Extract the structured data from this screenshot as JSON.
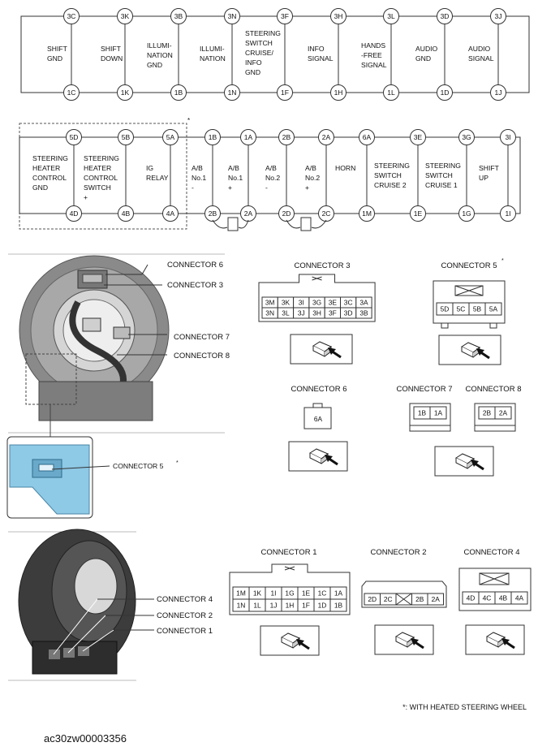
{
  "strip1": {
    "pins": [
      {
        "top": "3C",
        "bottom": "1C",
        "label": [
          "SHIFT",
          "GND"
        ]
      },
      {
        "top": "3K",
        "bottom": "1K",
        "label": [
          "SHIFT",
          "DOWN"
        ]
      },
      {
        "top": "3B",
        "bottom": "1B",
        "label": [
          "ILLUMI-",
          "NATION",
          "GND"
        ]
      },
      {
        "top": "3N",
        "bottom": "1N",
        "label": [
          "ILLUMI-",
          "NATION"
        ]
      },
      {
        "top": "3F",
        "bottom": "1F",
        "label": [
          "STEERING",
          "SWITCH",
          "CRUISE/",
          "INFO",
          "GND"
        ]
      },
      {
        "top": "3H",
        "bottom": "1H",
        "label": [
          "INFO",
          "SIGNAL"
        ]
      },
      {
        "top": "3L",
        "bottom": "1L",
        "label": [
          "HANDS",
          "-FREE",
          "SIGNAL"
        ]
      },
      {
        "top": "3D",
        "bottom": "1D",
        "label": [
          "AUDIO",
          "GND"
        ]
      },
      {
        "top": "3J",
        "bottom": "1J",
        "label": [
          "AUDIO",
          "SIGNAL"
        ]
      }
    ]
  },
  "strip2": {
    "dashed_marker": "*",
    "pins": [
      {
        "top": "5D",
        "bottom": "4D",
        "label": [
          "STEERING",
          "HEATER",
          "CONTROL",
          "GND"
        ]
      },
      {
        "top": "5B",
        "bottom": "4B",
        "label": [
          "STEERING",
          "HEATER",
          "CONTROL",
          "SWITCH",
          "+"
        ]
      },
      {
        "top": "5A",
        "bottom": "4A",
        "label": [
          "IG",
          "RELAY"
        ]
      },
      {
        "top": "1B",
        "bottom": "2B",
        "label": [
          "A/B",
          "No.1",
          "-"
        ]
      },
      {
        "top": "1A",
        "bottom": "2A",
        "label": [
          "A/B",
          "No.1",
          "+"
        ]
      },
      {
        "top": "2B",
        "bottom": "2D",
        "label": [
          "A/B",
          "No.2",
          "-"
        ]
      },
      {
        "top": "2A",
        "bottom": "2C",
        "label": [
          "A/B",
          "No.2",
          "+"
        ]
      },
      {
        "top": "6A",
        "bottom": "1M",
        "label": [
          "HORN"
        ]
      },
      {
        "top": "3E",
        "bottom": "1E",
        "label": [
          "STEERING",
          "SWITCH",
          "CRUISE 2"
        ]
      },
      {
        "top": "3G",
        "bottom": "1G",
        "label": [
          "STEERING",
          "SWITCH",
          "CRUISE 1"
        ]
      },
      {
        "top": "3I",
        "bottom": "1I",
        "label": [
          "SHIFT",
          "UP"
        ]
      }
    ]
  },
  "photo_top_callouts": [
    "CONNECTOR 6",
    "CONNECTOR 3",
    "CONNECTOR 7",
    "CONNECTOR 8"
  ],
  "photo_inset_callout": "CONNECTOR 5",
  "photo_inset_marker": "*",
  "photo_bottom_callouts": [
    "CONNECTOR 4",
    "CONNECTOR 2",
    "CONNECTOR 1"
  ],
  "connectors": {
    "c3": {
      "title": "CONNECTOR 3",
      "row1": [
        "3M",
        "3K",
        "3I",
        "3G",
        "3E",
        "3C",
        "3A"
      ],
      "row2": [
        "3N",
        "3L",
        "3J",
        "3H",
        "3F",
        "3D",
        "3B"
      ]
    },
    "c5": {
      "title": "CONNECTOR 5",
      "marker": "*",
      "cells": [
        "5D",
        "5C",
        "5B",
        "5A"
      ]
    },
    "c6": {
      "title": "CONNECTOR 6",
      "cells": [
        "6A"
      ]
    },
    "c7": {
      "title": "CONNECTOR 7",
      "cells": [
        "1B",
        "1A"
      ]
    },
    "c8": {
      "title": "CONNECTOR 8",
      "cells": [
        "2B",
        "2A"
      ]
    },
    "c1": {
      "title": "CONNECTOR 1",
      "row1": [
        "1M",
        "1K",
        "1I",
        "1G",
        "1E",
        "1C",
        "1A"
      ],
      "row2": [
        "1N",
        "1L",
        "1J",
        "1H",
        "1F",
        "1D",
        "1B"
      ]
    },
    "c2": {
      "title": "CONNECTOR 2",
      "cells": [
        "2D",
        "2C",
        "",
        "2B",
        "2A"
      ]
    },
    "c4": {
      "title": "CONNECTOR 4",
      "cells": [
        "4D",
        "4C",
        "4B",
        "4A"
      ]
    }
  },
  "footnote": "*: WITH HEATED STEERING WHEEL",
  "image_code": "ac30zw00003356"
}
